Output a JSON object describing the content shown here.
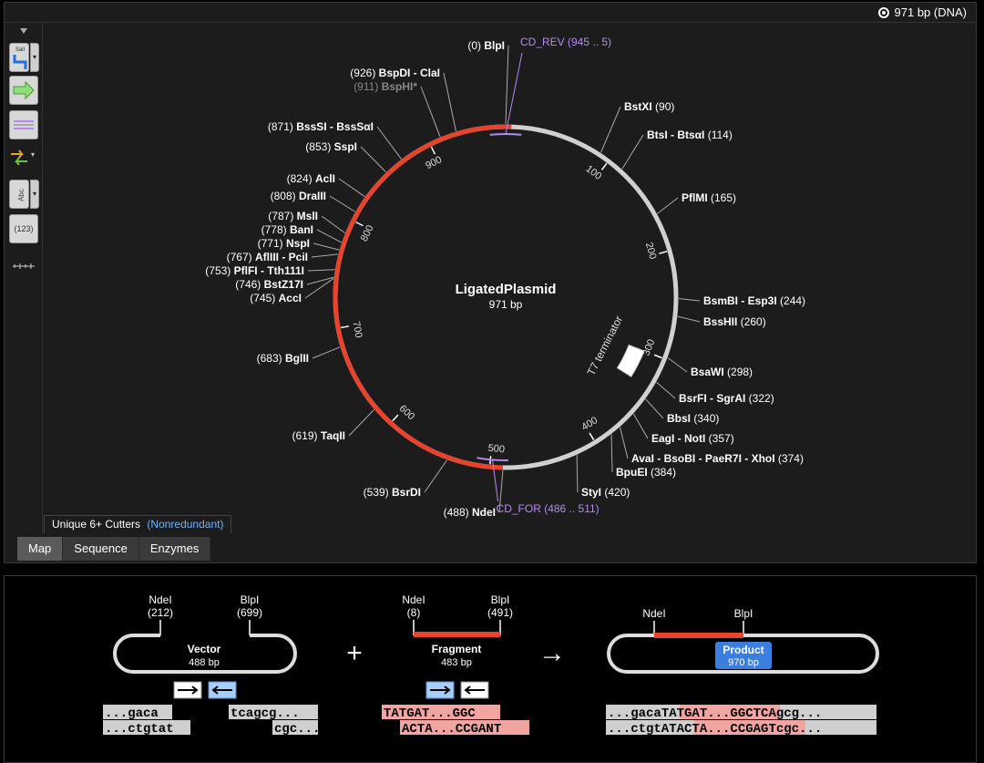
{
  "header": {
    "bp_info": "971 bp  (DNA)"
  },
  "toolbar": {
    "enzyme_button_label": "SalI",
    "abc_button_label": "Abc",
    "count_button_label": "(123)"
  },
  "map": {
    "plasmid_name": "LigatedPlasmid",
    "plasmid_size": "971 bp",
    "total_bp": 971,
    "fragment_arc": {
      "start": 488,
      "end": 5,
      "color": "#e8432d"
    },
    "backbone_color": "#d0d0d0",
    "feature": {
      "name": "T7 terminator",
      "start": 300,
      "end": 330
    },
    "primers": [
      {
        "name": "CD_REV",
        "range": "(945 .. 5)",
        "position": 0,
        "color": "#b589f0"
      },
      {
        "name": "CD_FOR",
        "range": "(486 .. 511)",
        "position": 498,
        "color": "#b589f0"
      }
    ],
    "ticks": [
      {
        "label": "100",
        "bp": 100
      },
      {
        "label": "200",
        "bp": 200
      },
      {
        "label": "300",
        "bp": 300
      },
      {
        "label": "400",
        "bp": 400
      },
      {
        "label": "500",
        "bp": 500
      },
      {
        "label": "600",
        "bp": 600
      },
      {
        "label": "700",
        "bp": 700
      },
      {
        "label": "800",
        "bp": 800
      },
      {
        "label": "900",
        "bp": 900
      }
    ],
    "enzymes_right": [
      {
        "name": "BstXI",
        "pos": "(90)",
        "bp": 90
      },
      {
        "name": "BtsI - BtsαI",
        "pos": "(114)",
        "bp": 114
      },
      {
        "name": "PflMI",
        "pos": "(165)",
        "bp": 165
      },
      {
        "name": "BsmBI - Esp3I",
        "pos": "(244)",
        "bp": 244
      },
      {
        "name": "BssHII",
        "pos": "(260)",
        "bp": 260
      },
      {
        "name": "BsaWI",
        "pos": "(298)",
        "bp": 298
      },
      {
        "name": "BsrFI - SgrAI",
        "pos": "(322)",
        "bp": 322
      },
      {
        "name": "BbsI",
        "pos": "(340)",
        "bp": 340
      },
      {
        "name": "EagI - NotI",
        "pos": "(357)",
        "bp": 357
      },
      {
        "name": "AvaI - BsoBI - PaeR7I - XhoI",
        "pos": "(374)",
        "bp": 374
      },
      {
        "name": "BpuEI",
        "pos": "(384)",
        "bp": 384
      },
      {
        "name": "StyI",
        "pos": "(420)",
        "bp": 420
      }
    ],
    "enzymes_left": [
      {
        "name": "BlpI",
        "pos": "(0)",
        "bp": 0
      },
      {
        "name": "BspDI - ClaI",
        "pos": "(926)",
        "bp": 926
      },
      {
        "name": "BspHI*",
        "pos": "(911)",
        "bp": 911,
        "dim": true
      },
      {
        "name": "BssSI - BssSαI",
        "pos": "(871)",
        "bp": 871
      },
      {
        "name": "SspI",
        "pos": "(853)",
        "bp": 853
      },
      {
        "name": "AclI",
        "pos": "(824)",
        "bp": 824
      },
      {
        "name": "DraIII",
        "pos": "(808)",
        "bp": 808
      },
      {
        "name": "MslI",
        "pos": "(787)",
        "bp": 787
      },
      {
        "name": "BanI",
        "pos": "(778)",
        "bp": 778
      },
      {
        "name": "NspI",
        "pos": "(771)",
        "bp": 771
      },
      {
        "name": "AflIII - PciI",
        "pos": "(767)",
        "bp": 767
      },
      {
        "name": "PflFI - Tth111I",
        "pos": "(753)",
        "bp": 753
      },
      {
        "name": "BstZ17I",
        "pos": "(746)",
        "bp": 746
      },
      {
        "name": "AccI",
        "pos": "(745)",
        "bp": 745
      },
      {
        "name": "BglII",
        "pos": "(683)",
        "bp": 683
      },
      {
        "name": "TaqII",
        "pos": "(619)",
        "bp": 619
      },
      {
        "name": "BsrDI",
        "pos": "(539)",
        "bp": 539
      },
      {
        "name": "NdeI",
        "pos": "(488)",
        "bp": 488
      }
    ]
  },
  "legend_tab": {
    "label": "Unique 6+ Cutters",
    "mode": "(Nonredundant)"
  },
  "view_tabs": [
    "Map",
    "Sequence",
    "Enzymes"
  ],
  "active_tab": "Map",
  "cloning": {
    "vector": {
      "name": "Vector",
      "size": "488 bp",
      "left_site": "NdeI",
      "left_pos": "(212)",
      "right_site": "BlpI",
      "right_pos": "(699)",
      "seq_left_top": "...gaca",
      "seq_left_bottom": "...ctgtat",
      "seq_right_top": "tcagcg...",
      "seq_right_bottom": "cgc..."
    },
    "plus": "+",
    "fragment": {
      "name": "Fragment",
      "size": "483 bp",
      "left_site": "NdeI",
      "left_pos": "(8)",
      "right_site": "BlpI",
      "right_pos": "(491)",
      "seq_top": "TATGAT...GGC",
      "seq_bottom": "ACTA...CCGANT"
    },
    "arrow": "→",
    "product": {
      "name": "Product",
      "size": "970 bp",
      "left_site": "NdeI",
      "right_site": "BlpI",
      "seq_top_a": "...gaca",
      "seq_top_b": "TATGAT...GGC",
      "seq_top_c": "TCAgcg...",
      "seq_bottom_a": "...ctgtAT",
      "seq_bottom_b": "ACTA...CCGAGT",
      "seq_bottom_c": "cgc..."
    }
  }
}
